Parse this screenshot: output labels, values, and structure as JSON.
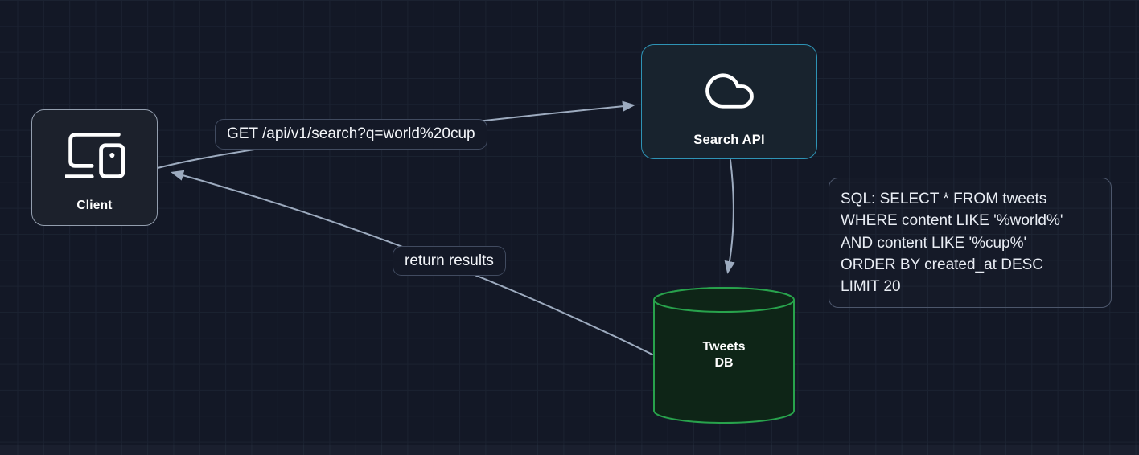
{
  "canvas": {
    "background_color": "#131826",
    "grid_color": "#1b2231"
  },
  "nodes": {
    "client": {
      "label": "Client",
      "icon": "devices-icon",
      "fill": "#1c212c",
      "border_color": "#939eae"
    },
    "search_api": {
      "label": "Search API",
      "icon": "cloud-icon",
      "fill": "#18232e",
      "border_color": "#2e93b5"
    },
    "tweets_db": {
      "label": "Tweets\nDB",
      "shape": "database-cylinder",
      "fill": "#0e2517",
      "border_color": "#28a24c"
    }
  },
  "edges": {
    "request": {
      "from": "client",
      "to": "search_api",
      "label": "GET /api/v1/search?q=world%20cup"
    },
    "api_to_db": {
      "from": "search_api",
      "to": "tweets_db",
      "label": ""
    },
    "return": {
      "from": "tweets_db",
      "to": "client",
      "label": "return results"
    }
  },
  "notes": {
    "sql": {
      "text": "SQL: SELECT * FROM tweets\nWHERE content LIKE '%world%'\nAND content LIKE '%cup%'\nORDER BY created_at DESC\nLIMIT 20"
    }
  },
  "colors": {
    "arrow": "#9dabbf",
    "text": "#ffffff"
  }
}
